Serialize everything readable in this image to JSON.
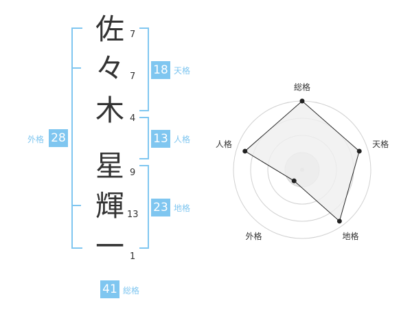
{
  "name": {
    "characters": [
      {
        "char": "佐",
        "strokes": "7"
      },
      {
        "char": "々",
        "strokes": "7"
      },
      {
        "char": "木",
        "strokes": "4"
      },
      {
        "char": "星",
        "strokes": "9"
      },
      {
        "char": "輝",
        "strokes": "13"
      },
      {
        "char": "一",
        "strokes": "1"
      }
    ]
  },
  "fortune": {
    "tenkaku": {
      "value": "18",
      "label": "天格"
    },
    "jinkaku": {
      "value": "13",
      "label": "人格"
    },
    "chikaku": {
      "value": "23",
      "label": "地格"
    },
    "gaikaku": {
      "value": "28",
      "label": "外格"
    },
    "soukaku": {
      "value": "41",
      "label": "総格"
    }
  },
  "colors": {
    "accent": "#7fc6f0",
    "text": "#333333",
    "chart_fill": "#efefef"
  },
  "chart_data": {
    "type": "radar",
    "axes": [
      "総格",
      "天格",
      "地格",
      "外格",
      "人格"
    ],
    "max": 4,
    "levels": 4,
    "values": [
      4,
      3.5,
      3.7,
      0.8,
      3.5
    ]
  }
}
